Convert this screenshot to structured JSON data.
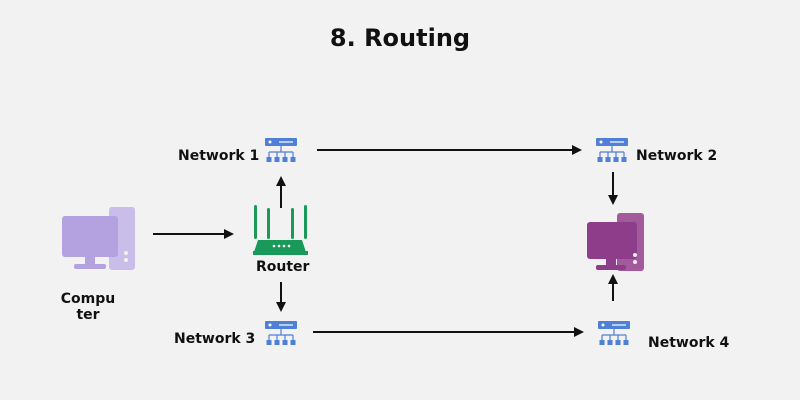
{
  "title": "8. Routing",
  "nodes": {
    "computer": {
      "label_lines": [
        "Compu",
        "ter"
      ],
      "color": "#b4a2e0"
    },
    "router": {
      "label": "Router",
      "color": "#1a9a5a"
    },
    "network1": {
      "label": "Network 1"
    },
    "network2": {
      "label": "Network 2"
    },
    "network3": {
      "label": "Network 3"
    },
    "network4": {
      "label": "Network 4"
    },
    "destination": {
      "color": "#8e3d8a"
    }
  },
  "switch_color": "#4f7fd6",
  "arrow_color": "#111111",
  "edges": [
    {
      "from": "computer",
      "to": "router"
    },
    {
      "from": "router",
      "to": "network1"
    },
    {
      "from": "router",
      "to": "network3"
    },
    {
      "from": "network1",
      "to": "network2"
    },
    {
      "from": "network3",
      "to": "network4"
    },
    {
      "from": "network2",
      "to": "destination"
    },
    {
      "from": "network4",
      "to": "destination"
    }
  ]
}
